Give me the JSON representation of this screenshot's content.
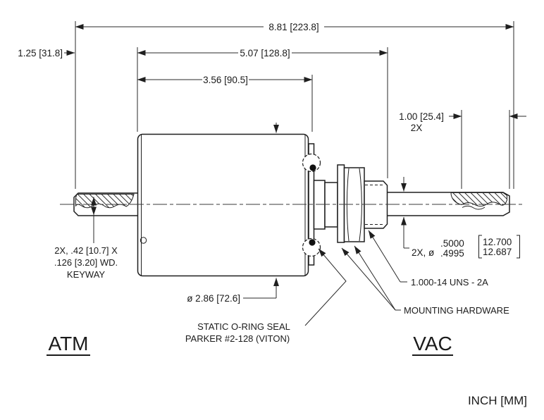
{
  "drawing": {
    "dims": {
      "overall": "8.81 [223.8]",
      "mid": "5.07 [128.8]",
      "inner": "3.56 [90.5]",
      "left_shaft": "1.25 [31.8]",
      "keyway_len": "1.00 [25.4]",
      "keyway_len_qty": "2X",
      "housing_dia": "ø 2.86 [72.6]",
      "shaft_dia_prefix": "2X, ø",
      "shaft_dia_in_hi": ".5000",
      "shaft_dia_in_lo": ".4995",
      "shaft_dia_mm_hi": "12.700",
      "shaft_dia_mm_lo": "12.687"
    },
    "notes": {
      "keyway_l1": "2X, .42 [10.7] X",
      "keyway_l2": ".126 [3.20] WD.",
      "keyway_l3": "KEYWAY",
      "oring_l1": "STATIC O-RING SEAL",
      "oring_l2": "PARKER #2-128 (VITON)",
      "thread": "1.000-14 UNS - 2A",
      "mounting": "MOUNTING HARDWARE"
    },
    "labels": {
      "atm": "ATM",
      "vac": "VAC",
      "units": "INCH [MM]"
    },
    "colors": {
      "line": "#1f1f1f",
      "background": "#ffffff"
    }
  }
}
